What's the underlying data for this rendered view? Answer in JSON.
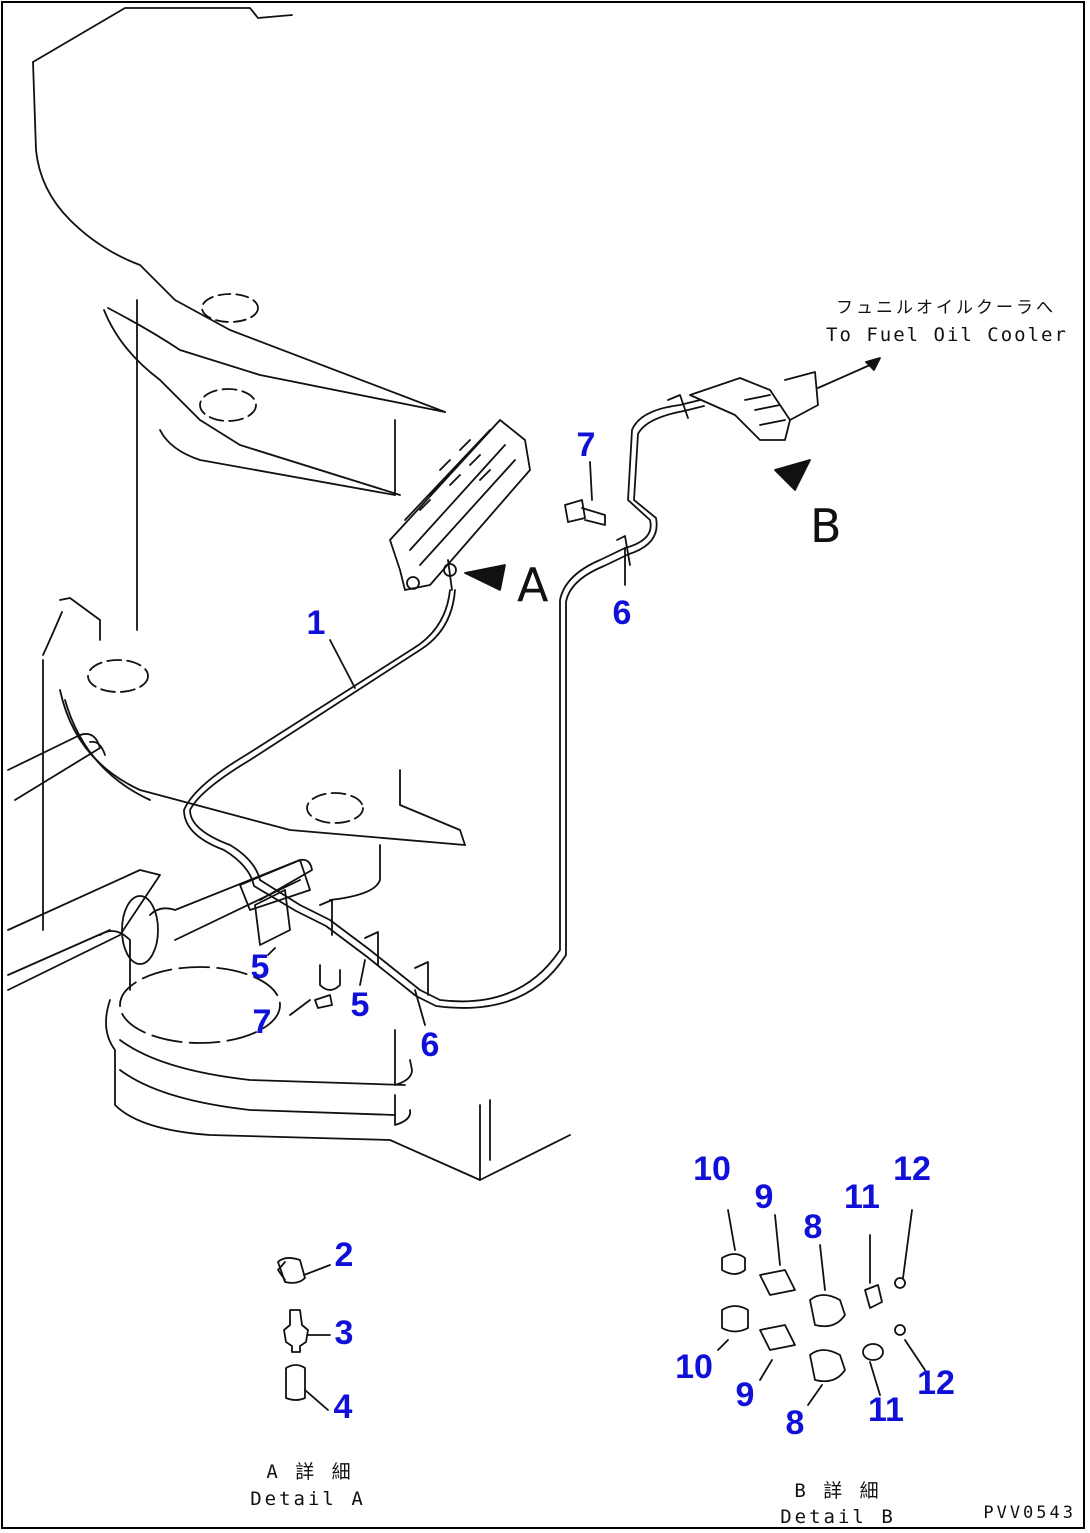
{
  "callouts": {
    "c1": "1",
    "c2": "2",
    "c3": "3",
    "c4": "4",
    "c5a": "5",
    "c5b": "5",
    "c6a": "6",
    "c6b": "6",
    "c7a": "7",
    "c7b": "7",
    "c8a": "8",
    "c8b": "8",
    "c9a": "9",
    "c9b": "9",
    "c10a": "10",
    "c10b": "10",
    "c11a": "11",
    "c11b": "11",
    "c12a": "12",
    "c12b": "12"
  },
  "annotations": {
    "fuel_cooler_jp": "フュニルオイルクーラへ",
    "fuel_cooler_en": "To Fuel Oil Cooler",
    "view_a": "A",
    "view_b": "B",
    "detail_a_jp": "A 詳 細",
    "detail_a_en": "Detail A",
    "detail_b_jp": "B 詳 細",
    "detail_b_en": "Detail B",
    "drawing_number": "PVV0543"
  },
  "colors": {
    "callout": "#1010d8",
    "line": "#111111",
    "background": "#ffffff"
  }
}
